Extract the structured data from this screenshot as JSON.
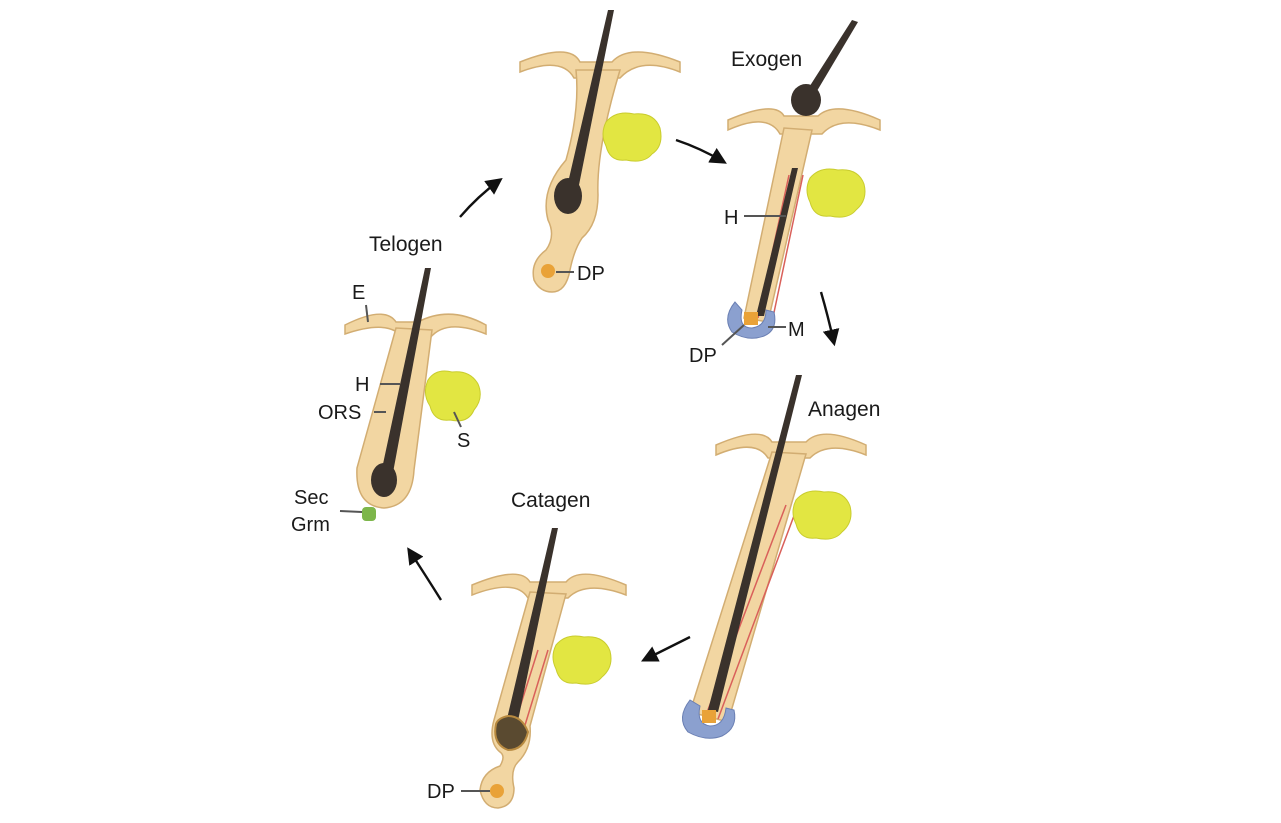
{
  "stages": {
    "telogen": "Telogen",
    "exogen": "Exogen",
    "anagen": "Anagen",
    "catagen": "Catagen"
  },
  "labels": {
    "epidermis": "E",
    "hair_shaft": "H",
    "outer_root_sheath": "ORS",
    "sebaceous_gland": "S",
    "secondary_germ_line1": "Sec",
    "secondary_germ_line2": "Grm",
    "dermal_papilla": "DP",
    "matrix": "M"
  },
  "colors": {
    "skin": "#f2d6a2",
    "skin_outline": "#d2ad72",
    "hair": "#3a322c",
    "gland": "#e2e642",
    "matrix": "#8ba0cf",
    "papilla": "#e9a238",
    "inner_sheath": "#d9605a",
    "germ": "#7db64b"
  }
}
